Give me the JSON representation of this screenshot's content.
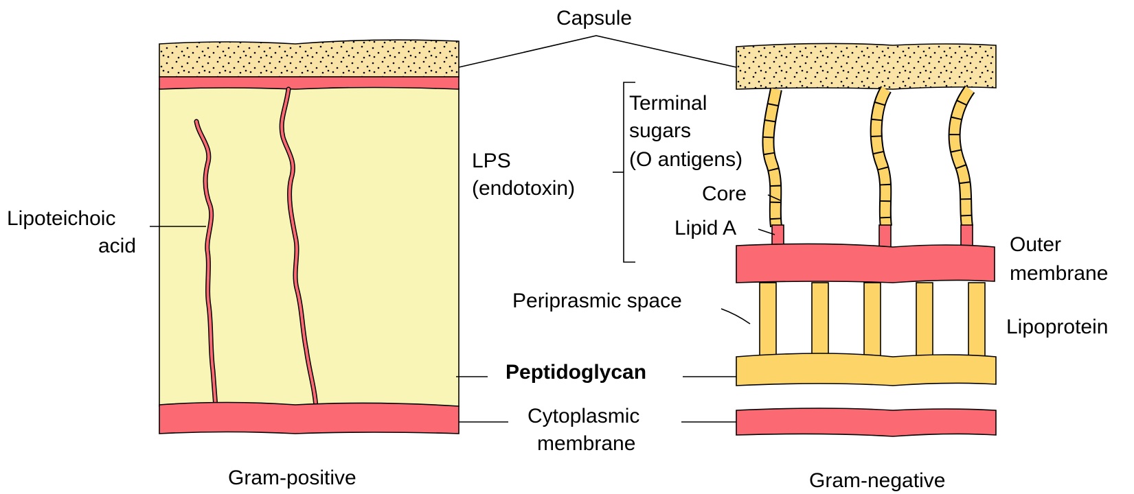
{
  "colors": {
    "capsule": "#fae3a6",
    "membrane": "#fb6a72",
    "peptidoglycan_gram_positive": "#f8f5b6",
    "peptidoglycan_gram_negative": "#fdd468",
    "lps_chain": "#fdd468",
    "lipoprotein": "#fdd468",
    "outline": "#000000"
  },
  "labels": {
    "capsule": "Capsule",
    "lps_line1": "LPS",
    "lps_line2": "(endotoxin)",
    "terminal_line1": "Terminal",
    "terminal_line2": "sugars",
    "terminal_line3": "(O antigens)",
    "core": "Core",
    "lipid_a": "Lipid A",
    "outer_line1": "Outer",
    "outer_line2": "membrane",
    "lipoteichoic_line1": "Lipoteichoic",
    "lipoteichoic_line2": "acid",
    "periplasmic": "Periprasmic space",
    "lipoprotein": "Lipoprotein",
    "peptidoglycan": "Peptidoglycan",
    "cyto_line1": "Cytoplasmic",
    "cyto_line2": "membrane",
    "gram_positive": "Gram-positive",
    "gram_negative": "Gram-negative"
  }
}
